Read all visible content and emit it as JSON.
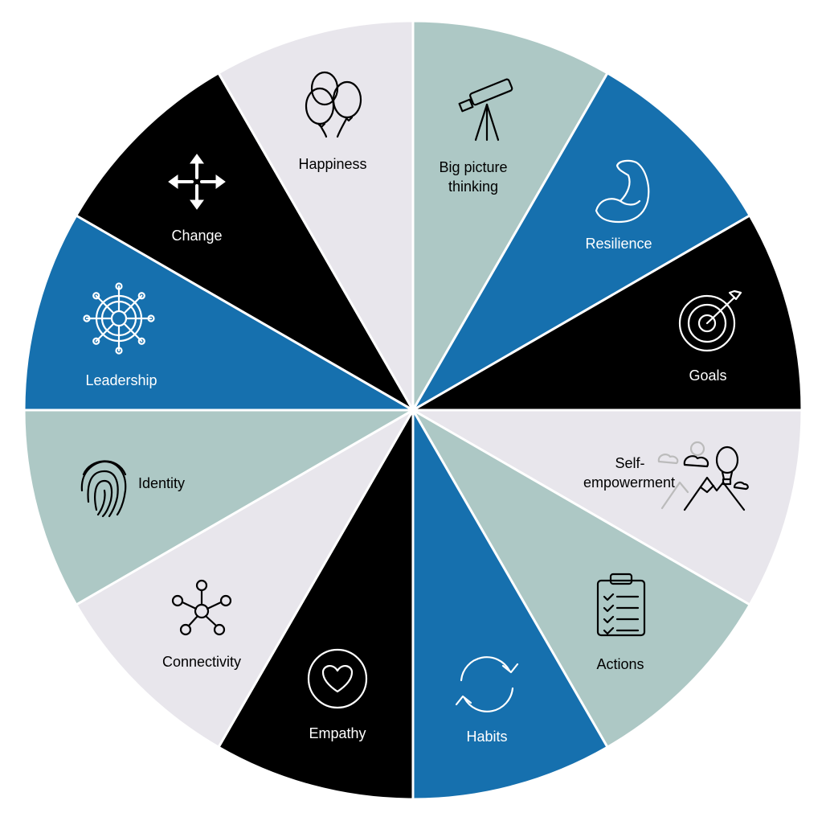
{
  "colors": {
    "blue": "#1670ae",
    "black": "#000000",
    "sage": "#adc8c5",
    "lavender": "#e8e6ec",
    "white": "#ffffff"
  },
  "segments": [
    {
      "id": "big-picture-thinking",
      "lines": [
        "Big picture",
        "thinking"
      ],
      "color": "sage",
      "text_color": "black",
      "icon": "telescope-icon"
    },
    {
      "id": "resilience",
      "lines": [
        "Resilience"
      ],
      "color": "blue",
      "text_color": "white",
      "icon": "flexed-arm-icon"
    },
    {
      "id": "goals",
      "lines": [
        "Goals"
      ],
      "color": "black",
      "text_color": "white",
      "icon": "target-icon"
    },
    {
      "id": "self-empowerment",
      "lines": [
        "Self-",
        "empowerment"
      ],
      "color": "lavender",
      "text_color": "black",
      "icon": "mountains-balloon-icon"
    },
    {
      "id": "actions",
      "lines": [
        "Actions"
      ],
      "color": "sage",
      "text_color": "black",
      "icon": "clipboard-checklist-icon"
    },
    {
      "id": "habits",
      "lines": [
        "Habits"
      ],
      "color": "blue",
      "text_color": "white",
      "icon": "cycle-arrows-icon"
    },
    {
      "id": "empathy",
      "lines": [
        "Empathy"
      ],
      "color": "black",
      "text_color": "white",
      "icon": "heart-icon"
    },
    {
      "id": "connectivity",
      "lines": [
        "Connectivity"
      ],
      "color": "lavender",
      "text_color": "black",
      "icon": "network-icon"
    },
    {
      "id": "identity",
      "lines": [
        "Identity"
      ],
      "color": "sage",
      "text_color": "black",
      "icon": "fingerprint-icon"
    },
    {
      "id": "leadership",
      "lines": [
        "Leadership"
      ],
      "color": "blue",
      "text_color": "white",
      "icon": "ship-wheel-icon"
    },
    {
      "id": "change",
      "lines": [
        "Change"
      ],
      "color": "black",
      "text_color": "white",
      "icon": "move-arrows-icon"
    },
    {
      "id": "happiness",
      "lines": [
        "Happiness"
      ],
      "color": "lavender",
      "text_color": "black",
      "icon": "balloons-icon"
    }
  ]
}
